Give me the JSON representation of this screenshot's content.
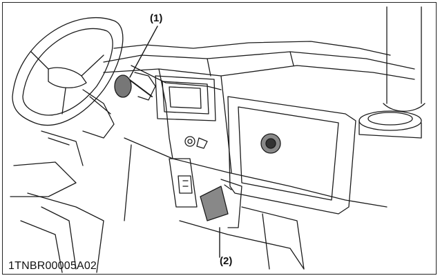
{
  "callouts": {
    "label_1": "(1)",
    "label_2": "(2)"
  },
  "figure_code": "1TNBR00005A02",
  "colors": {
    "line": "#1a1a1a",
    "fill_gray": "#777777",
    "background": "#ffffff"
  },
  "icons": {
    "gear_shift_knob": "knob",
    "pedal": "pedal"
  }
}
